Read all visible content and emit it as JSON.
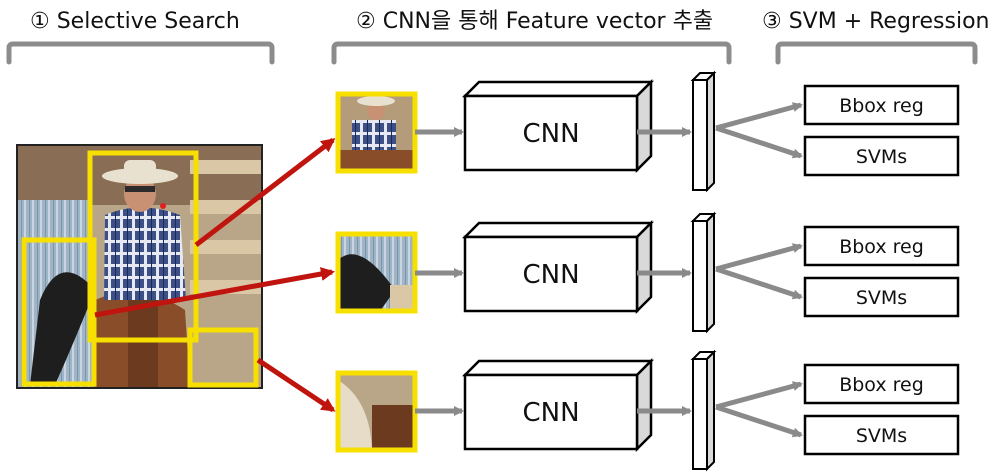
{
  "steps": [
    {
      "title": "① Selective Search"
    },
    {
      "title": "② CNN을 통해 Feature vector 추출"
    },
    {
      "title": "③ SVM + Regression"
    }
  ],
  "pipelines": [
    {
      "cnn_label": "CNN",
      "outputs": [
        "Bbox reg",
        "SVMs"
      ]
    },
    {
      "cnn_label": "CNN",
      "outputs": [
        "Bbox reg",
        "SVMs"
      ]
    },
    {
      "cnn_label": "CNN",
      "outputs": [
        "Bbox reg",
        "SVMs"
      ]
    }
  ],
  "colors": {
    "proposal_box": "#f7e000",
    "region_arrow": "#c0140e",
    "flow_arrow": "#8a8a8a",
    "bracket": "#8c8c8c",
    "cnn_side": "#d9d9d9"
  }
}
